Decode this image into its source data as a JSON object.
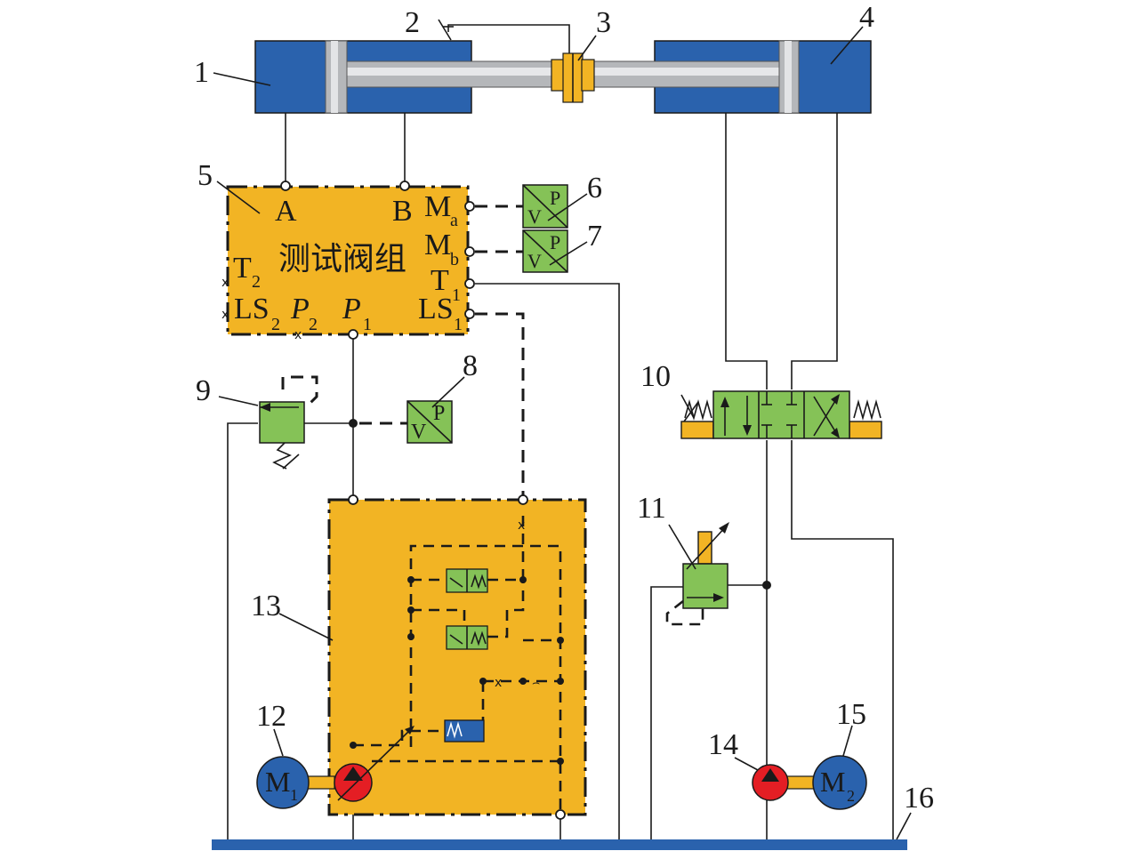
{
  "colors": {
    "blue": "#2a62ad",
    "orange": "#f2b424",
    "green": "#85c257",
    "red": "#e41e24",
    "rod": "#b5b7ba",
    "line": "#1a1a1a"
  },
  "callouts": [
    "1",
    "2",
    "3",
    "4",
    "5",
    "6",
    "7",
    "8",
    "9",
    "10",
    "11",
    "12",
    "13",
    "14",
    "15",
    "16"
  ],
  "test_block": {
    "title": "测试阀组",
    "port_A": "A",
    "port_B": "B",
    "port_Ma": "M",
    "port_Ma_sub": "a",
    "port_Mb": "M",
    "port_Mb_sub": "b",
    "port_T1": "T",
    "port_T1_sub": "1",
    "port_T2": "T",
    "port_T2_sub": "2",
    "port_LS1": "LS",
    "port_LS1_sub": "1",
    "port_LS2": "LS",
    "port_LS2_sub": "2",
    "port_P2": "P",
    "port_P2_sub": "2",
    "port_P1": "P",
    "port_P1_sub": "1"
  },
  "sensors": {
    "v_label": "V",
    "p_label": "P"
  },
  "motors": {
    "m1": "M",
    "m1_sub": "1",
    "m2": "M",
    "m2_sub": "2"
  }
}
